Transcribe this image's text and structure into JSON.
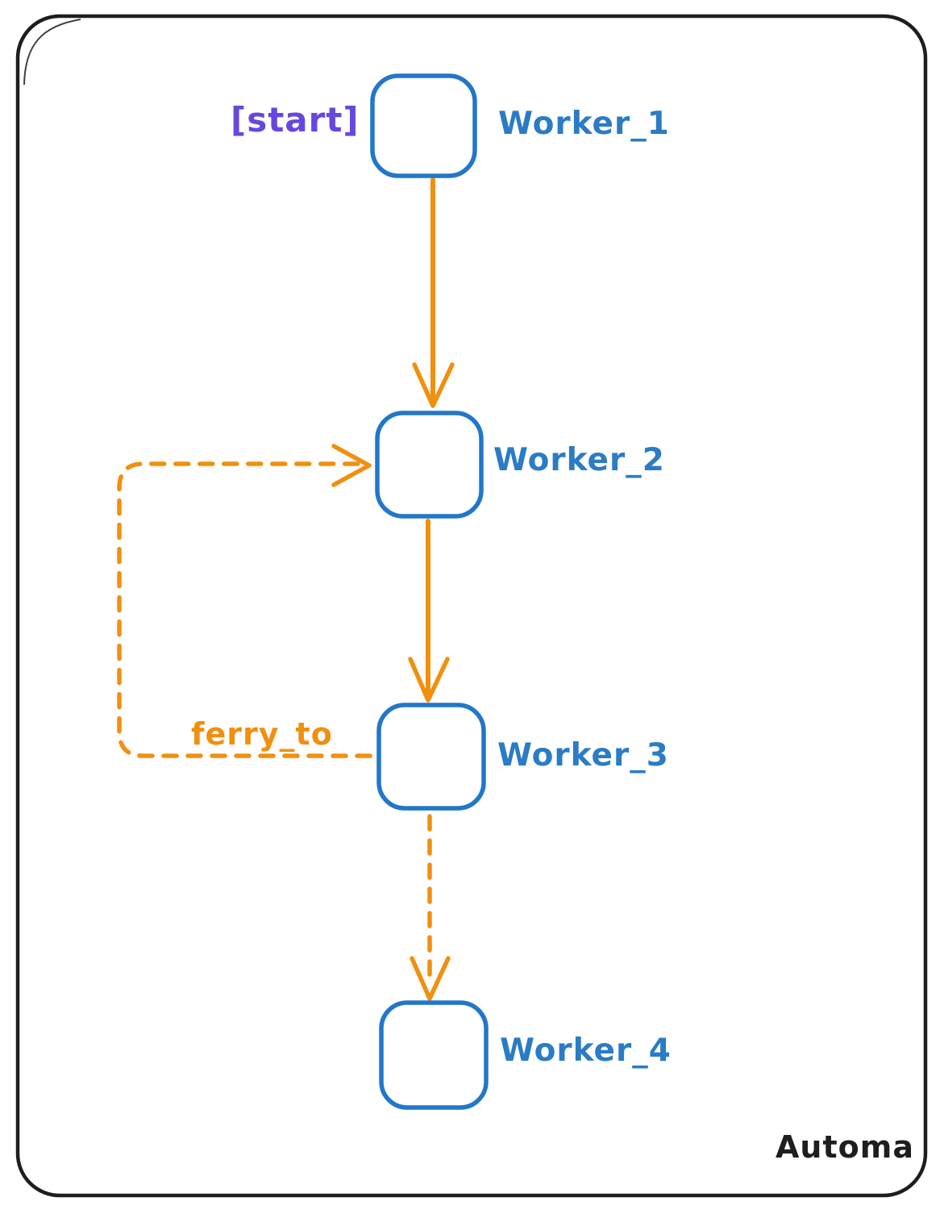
{
  "app": {
    "watermark": "Automa"
  },
  "colors": {
    "node_stroke": "#2277c8",
    "label": "#2b7cc4",
    "edge": "#f0900f",
    "start": "#6847dd",
    "frame": "#1e1e1e",
    "background": "#ffffff"
  },
  "diagram": {
    "type": "workflow-graph",
    "start_annotation": "[start]",
    "loop_edge_label": "ferry_to",
    "nodes": [
      {
        "id": "worker_1",
        "label": "Worker_1",
        "is_start": true
      },
      {
        "id": "worker_2",
        "label": "Worker_2",
        "is_start": false
      },
      {
        "id": "worker_3",
        "label": "Worker_3",
        "is_start": false
      },
      {
        "id": "worker_4",
        "label": "Worker_4",
        "is_start": false
      }
    ],
    "edges": [
      {
        "from": "worker_1",
        "to": "worker_2",
        "style": "solid"
      },
      {
        "from": "worker_2",
        "to": "worker_3",
        "style": "solid"
      },
      {
        "from": "worker_3",
        "to": "worker_4",
        "style": "dashed"
      },
      {
        "from": "worker_3",
        "to": "worker_2",
        "style": "dashed",
        "label": "ferry_to"
      }
    ]
  }
}
